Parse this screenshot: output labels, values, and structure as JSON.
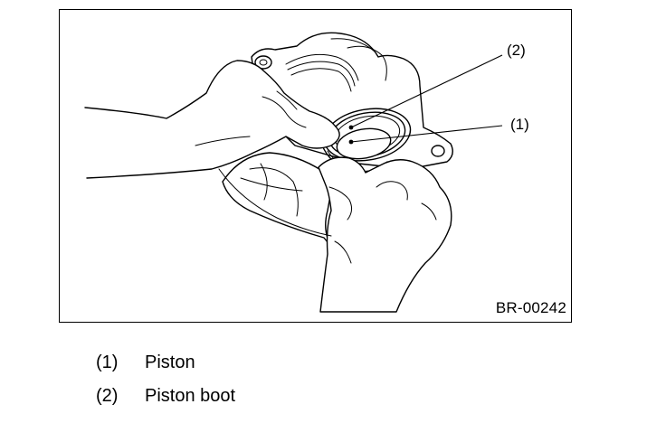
{
  "figure": {
    "code": "BR-00242",
    "callouts": [
      {
        "label": "(2)"
      },
      {
        "label": "(1)"
      }
    ]
  },
  "legend": [
    {
      "number": "(1)",
      "text": "Piston"
    },
    {
      "number": "(2)",
      "text": "Piston boot"
    }
  ]
}
